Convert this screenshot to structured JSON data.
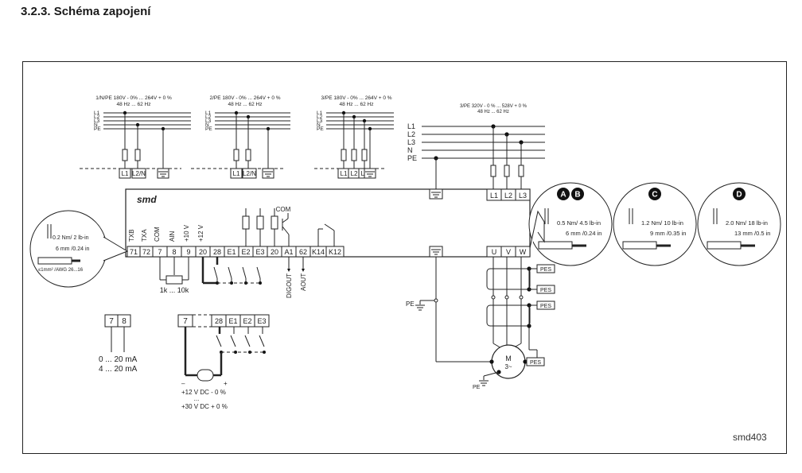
{
  "heading": "3.2.3.  Schéma zapojení",
  "reference": "smd403",
  "brand": "smd",
  "supplies": [
    {
      "id": "1ph",
      "spec": "1/N/PE 180V - 0% ... 264V + 0 %",
      "freq": "48 Hz ... 62 Hz",
      "terminals": [
        "L1",
        "L2/N"
      ],
      "lines": [
        "L1",
        "L2",
        "L3",
        "N",
        "PE"
      ]
    },
    {
      "id": "2ph",
      "spec": "2/PE 180V - 0% ... 264V + 0 %",
      "freq": "48 Hz ... 62 Hz",
      "terminals": [
        "L1",
        "L2/N"
      ],
      "lines": [
        "L1",
        "L2",
        "L3",
        "N",
        "PE"
      ]
    },
    {
      "id": "3ph",
      "spec": "3/PE 180V - 0% ... 264V + 0 %",
      "freq": "48 Hz ... 62 Hz",
      "terminals": [
        "L1",
        "L2",
        "L3"
      ],
      "lines": [
        "L1",
        "L2",
        "L3",
        "N",
        "PE"
      ]
    },
    {
      "id": "3ph-hv",
      "spec": "3/PE  320V - 0 % ... 528V + 0 %",
      "freq": "48 Hz ... 62 Hz",
      "terminals": [
        "L1",
        "L2",
        "L3"
      ],
      "lines": [
        "L1",
        "L2",
        "L3",
        "N",
        "PE"
      ]
    }
  ],
  "control_terminals": [
    "71",
    "72",
    "7",
    "8",
    "9",
    "20",
    "28",
    "E1",
    "E2",
    "E3",
    "20",
    "A1",
    "62",
    "K14",
    "K12"
  ],
  "control_labels": [
    "TXB",
    "TXA",
    "COM",
    "AIN",
    "+10 V",
    "+12 V"
  ],
  "transistor_label": "COM",
  "outputs": [
    "DIGOUT",
    "AOUT"
  ],
  "motor_terminals": [
    "U",
    "V",
    "W"
  ],
  "pot_label": "1k ... 10k",
  "pe_label": "PE",
  "pes_label": "PES",
  "motor": {
    "label": "M",
    "phase": "3~"
  },
  "small_terminal_spec": {
    "torque": "0.2 Nm/ 2 lb-in",
    "strip": "6 mm /0.24 in",
    "wire": "≤1mm² /AWG 26...16"
  },
  "power_specs": [
    {
      "badges": [
        "A",
        "B"
      ],
      "torque": "0.5 Nm/ 4.5 lb-in",
      "strip": "6 mm /0.24 in"
    },
    {
      "badges": [
        "C"
      ],
      "torque": "1.2 Nm/ 10 lb-in",
      "strip": "9 mm /0.35 in"
    },
    {
      "badges": [
        "D"
      ],
      "torque": "2.0 Nm/ 18 lb-in",
      "strip": "13 mm /0.5 in"
    }
  ],
  "current_input": {
    "terminals": [
      "7",
      "8"
    ],
    "ranges": [
      "0 ... 20 mA",
      "4 ... 20 mA"
    ]
  },
  "external_supply": {
    "terminals": [
      "7",
      "28",
      "E1",
      "E2",
      "E3"
    ],
    "minus": "–",
    "plus": "+",
    "range_low": "+12 V DC - 0 %",
    "ellipsis": "...",
    "range_high": "+30 V DC + 0 %"
  }
}
